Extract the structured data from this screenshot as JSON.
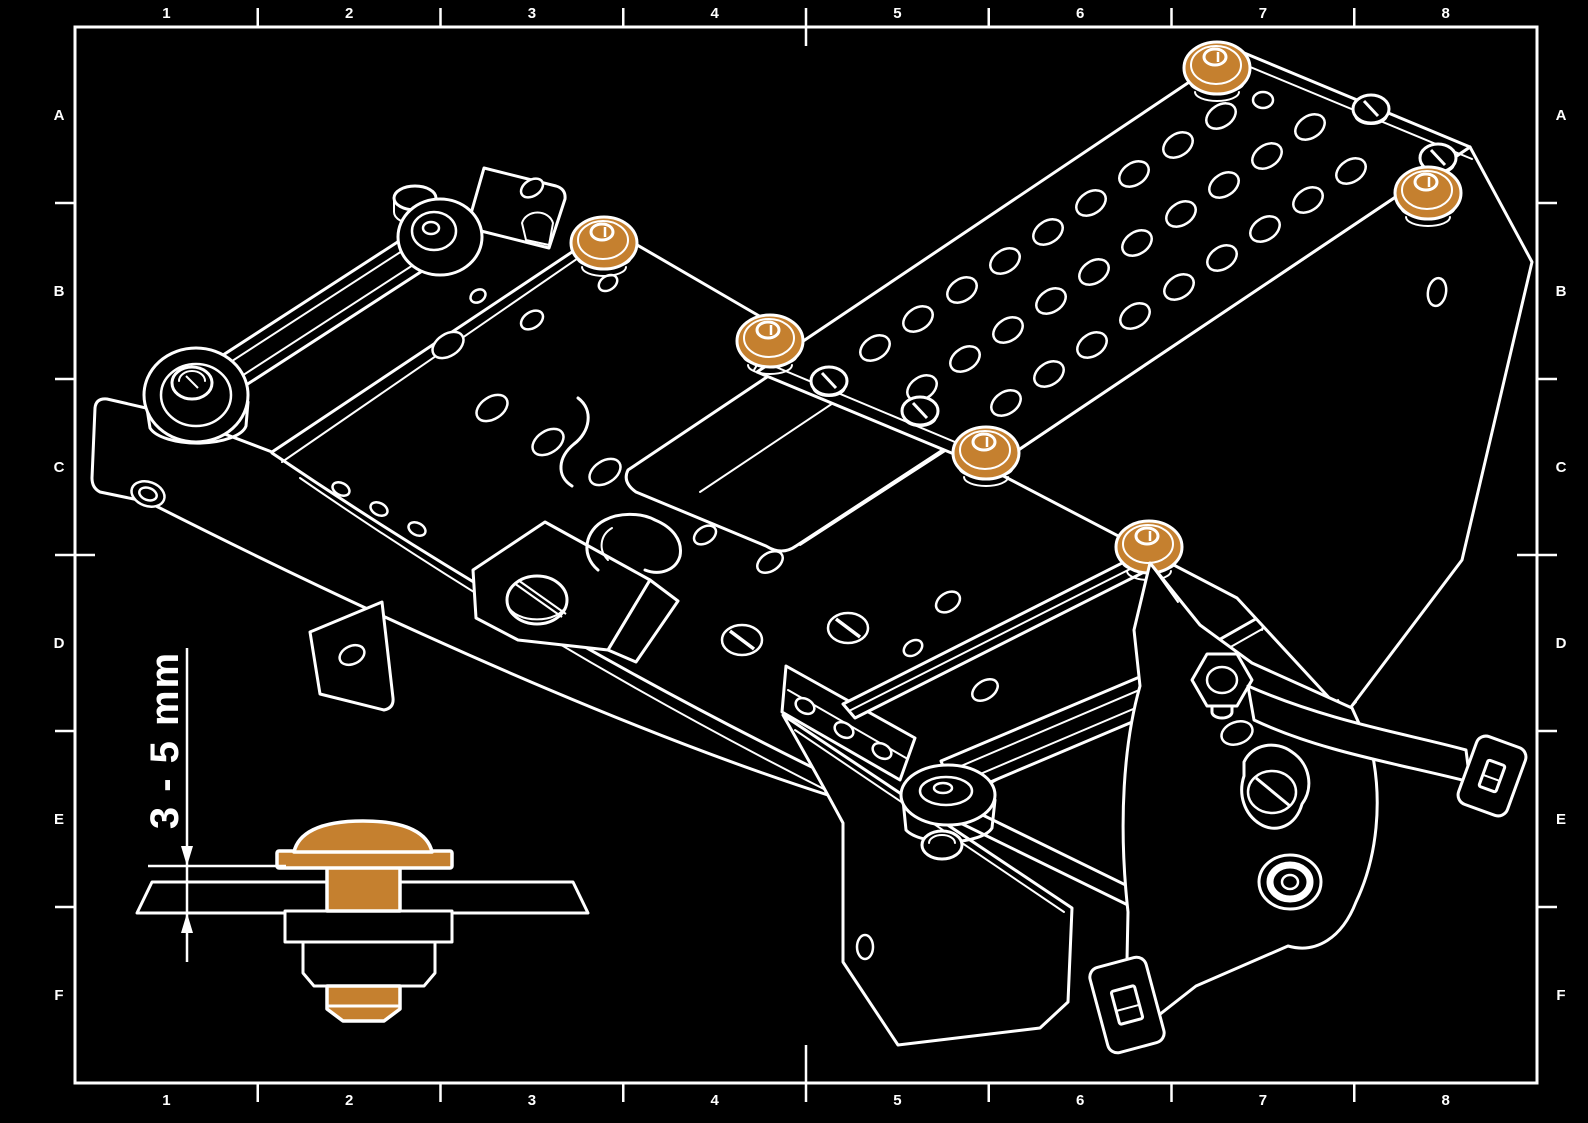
{
  "colors": {
    "background": "#000000",
    "line": "#FFFFFF",
    "accent_orange": "#C5802F"
  },
  "frame": {
    "column_labels": [
      "1",
      "2",
      "3",
      "4",
      "5",
      "6",
      "7",
      "8"
    ],
    "row_labels": [
      "A",
      "B",
      "C",
      "D",
      "E",
      "F"
    ]
  },
  "detail_view": {
    "dimension_label": "3 - 5 mm"
  }
}
